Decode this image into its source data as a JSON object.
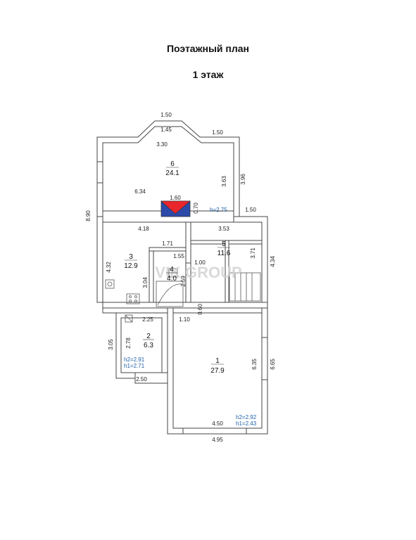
{
  "header": {
    "title": "Поэтажный план",
    "subtitle": "1 этаж"
  },
  "dims": {
    "bay_top": "1.50",
    "bay_inner": "1.45",
    "bay_right": "1.50",
    "top_width": "3.30",
    "right_upper": "3.63",
    "right_upper_outer": "3.96",
    "left_upper": "6.34",
    "total_height": "8.90",
    "stove_width": "1.60",
    "stove_depth": "0.70",
    "step_out": "1.50",
    "mid_left_width": "4.18",
    "mid_right_width": "3.53",
    "room3_height": "4.32",
    "room3_inner": "3.04",
    "room4_top": "1.71",
    "room4_width": "1.55",
    "room4_height": "2.59",
    "stair_gap": "1.00",
    "room5_height": "3.71",
    "room5_outer": "4.34",
    "corridor": "0.60",
    "corridor_width": "1.10",
    "room2_width": "2.25",
    "room2_height": "2.78",
    "room2_outer": "3.05",
    "room2_bottom": "2.50",
    "room1_height": "6.35",
    "room1_outer": "6.65",
    "room1_width": "4.50",
    "room1_outer_width": "4.95"
  },
  "rooms": [
    {
      "num": "6",
      "area": "24.1"
    },
    {
      "num": "3",
      "area": "12.9"
    },
    {
      "num": "4",
      "area": "4.0"
    },
    {
      "num": "5",
      "area": "11.6"
    },
    {
      "num": "2",
      "area": "6.3"
    },
    {
      "num": "1",
      "area": "27.9"
    }
  ],
  "heights": {
    "room6_h": "h=2.75",
    "room2_h2": "h2=2.91",
    "room2_h1": "h1=2.71",
    "room1_h2": "h2=2.92",
    "room1_h1": "h1=2.43"
  },
  "watermark": "VIK GROUP",
  "colors": {
    "stove_red": "#e8262c",
    "stove_blue": "#2c4aa8",
    "height_text": "#1d5fa8"
  }
}
